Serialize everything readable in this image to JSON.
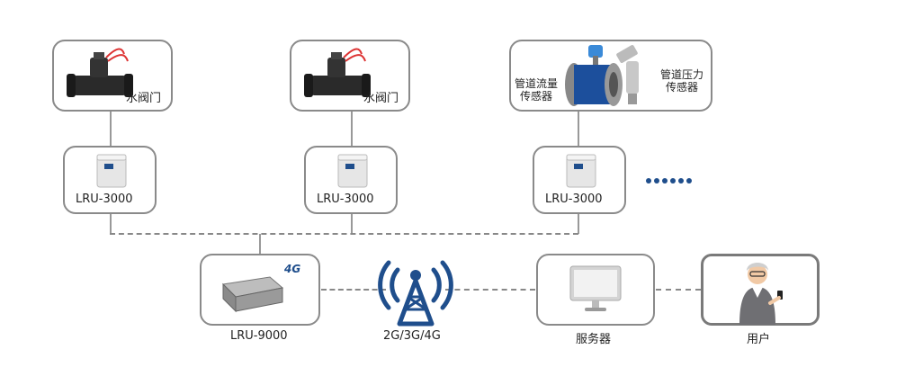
{
  "devices": {
    "valve1": {
      "label": "水阀门"
    },
    "valve2": {
      "label": "水阀门"
    },
    "sensors": {
      "flow_label_line1": "管道流量",
      "flow_label_line2": "传感器",
      "pressure_label_line1": "管道压力",
      "pressure_label_line2": "传感器"
    },
    "lru3000_1": {
      "label": "LRU-3000"
    },
    "lru3000_2": {
      "label": "LRU-3000"
    },
    "lru3000_3": {
      "label": "LRU-3000"
    },
    "lru9000": {
      "label": "LRU-9000",
      "badge": "4G"
    },
    "tower": {
      "label": "2G/3G/4G"
    },
    "server": {
      "label": "服务器"
    },
    "user": {
      "label": "用户"
    }
  },
  "colors": {
    "accent": "#1f4e8c",
    "border": "#8a8a8a",
    "line": "#888888"
  }
}
